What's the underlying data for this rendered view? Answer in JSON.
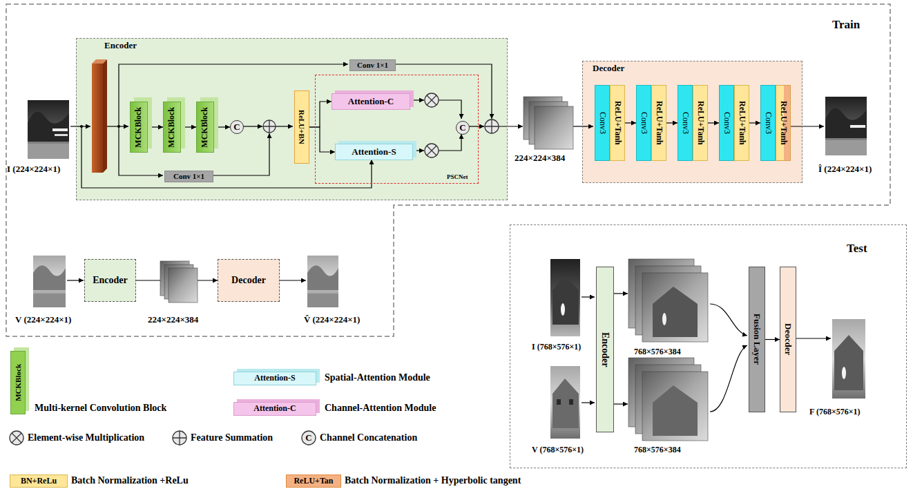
{
  "diagram": {
    "nodes": [
      {
        "text": [
          "Train"
        ]
      },
      {
        "text": [
          "Encoder"
        ],
        "in": 0
      },
      {
        "text": [
          "Conv 1×1"
        ],
        "in": 1
      },
      {
        "text": [
          "MCKBlock"
        ],
        "in": 1
      },
      {
        "text": [
          "MCKBlock"
        ],
        "in": 1
      },
      {
        "text": [
          "MCKBlock"
        ],
        "in": 1
      },
      {
        "text": [
          "C"
        ],
        "in": 1
      },
      {
        "text": [
          "Conv 1×1"
        ],
        "in": 1
      },
      {
        "text": [
          "ReLU+BN"
        ],
        "in": 1
      },
      {
        "text": [
          "PSCNet"
        ],
        "in": 1
      },
      {
        "text": [
          "Attention-C"
        ],
        "in": 9
      },
      {
        "text": [
          "Attention-S"
        ],
        "in": 9
      },
      {
        "text": [
          "C"
        ],
        "in": 9
      },
      {
        "text": [
          "Decoder"
        ],
        "in": 0
      },
      {
        "text": [
          "Conv3"
        ],
        "in": 13
      },
      {
        "text": [
          "ReLU+Tanh"
        ],
        "in": 13
      },
      {
        "text": [
          "Conv3"
        ],
        "in": 13
      },
      {
        "text": [
          "ReLU+Tanh"
        ],
        "in": 13
      },
      {
        "text": [
          "Conv3"
        ],
        "in": 13
      },
      {
        "text": [
          "ReLU+Tanh"
        ],
        "in": 13
      },
      {
        "text": [
          "Conv3"
        ],
        "in": 13
      },
      {
        "text": [
          "ReLU+Tanh"
        ],
        "in": 13
      },
      {
        "text": [
          "Conv3"
        ],
        "in": 13
      },
      {
        "text": [
          "ReLU+Tanh"
        ],
        "in": 13
      },
      {
        "text": [
          "Encoder"
        ],
        "in": 0
      },
      {
        "text": [
          "Decoder"
        ],
        "in": 0
      },
      {
        "text": [
          "Test"
        ]
      },
      {
        "text": [
          "Encoder"
        ],
        "in": 26
      },
      {
        "text": [
          "Fusion Layer"
        ],
        "in": 26
      },
      {
        "text": [
          "Deocder"
        ],
        "in": 26
      }
    ],
    "edges": [
      {
        "from": 3,
        "to": 4,
        "arrow": "to"
      },
      {
        "from": 4,
        "to": 5,
        "arrow": "to"
      },
      {
        "from": 5,
        "to": 6,
        "arrow": "to"
      },
      {
        "from": 8,
        "to": 10,
        "arrow": "to"
      },
      {
        "from": 8,
        "to": 11,
        "arrow": "to"
      },
      {
        "from": 15,
        "to": 16,
        "arrow": "to"
      },
      {
        "from": 17,
        "to": 18,
        "arrow": "to"
      },
      {
        "from": 19,
        "to": 20,
        "arrow": "to"
      },
      {
        "from": 21,
        "to": 22,
        "arrow": "to"
      },
      {
        "from": 24,
        "to": 25,
        "arrow": "to"
      },
      {
        "from": 28,
        "to": 29,
        "arrow": "to"
      }
    ],
    "labels": [
      "I (224×224×1)",
      "224×224×384",
      "Î (224×224×1)",
      "V (224×224×1)",
      "224×224×384",
      "V̂ (224×224×1)",
      "I (768×576×1)",
      "768×576×384",
      "F (768×576×1)",
      "768×576×384",
      "V (768×576×1)",
      "MCKBlock",
      "Attention-S",
      "Attention-C",
      "C",
      "BN+ReLu",
      "ReLU+Tan"
    ],
    "legend": [
      {
        "text": "Multi-kernel Convolution Block",
        "color": "#92d050"
      },
      {
        "text": "Spatial-Attention Module",
        "color": "#d8f7fa"
      },
      {
        "text": "Channel-Attention Module",
        "color": "#f5c4ea"
      },
      {
        "text": "Element-wise Multiplication"
      },
      {
        "text": "Feature Summation"
      },
      {
        "text": "Channel Concatenation"
      },
      {
        "text": "Batch Normalization +ReLu",
        "color": "#ffe699"
      },
      {
        "text": "Batch Normalization + Hyperbolic tangent",
        "color": "#f4b183"
      }
    ]
  }
}
